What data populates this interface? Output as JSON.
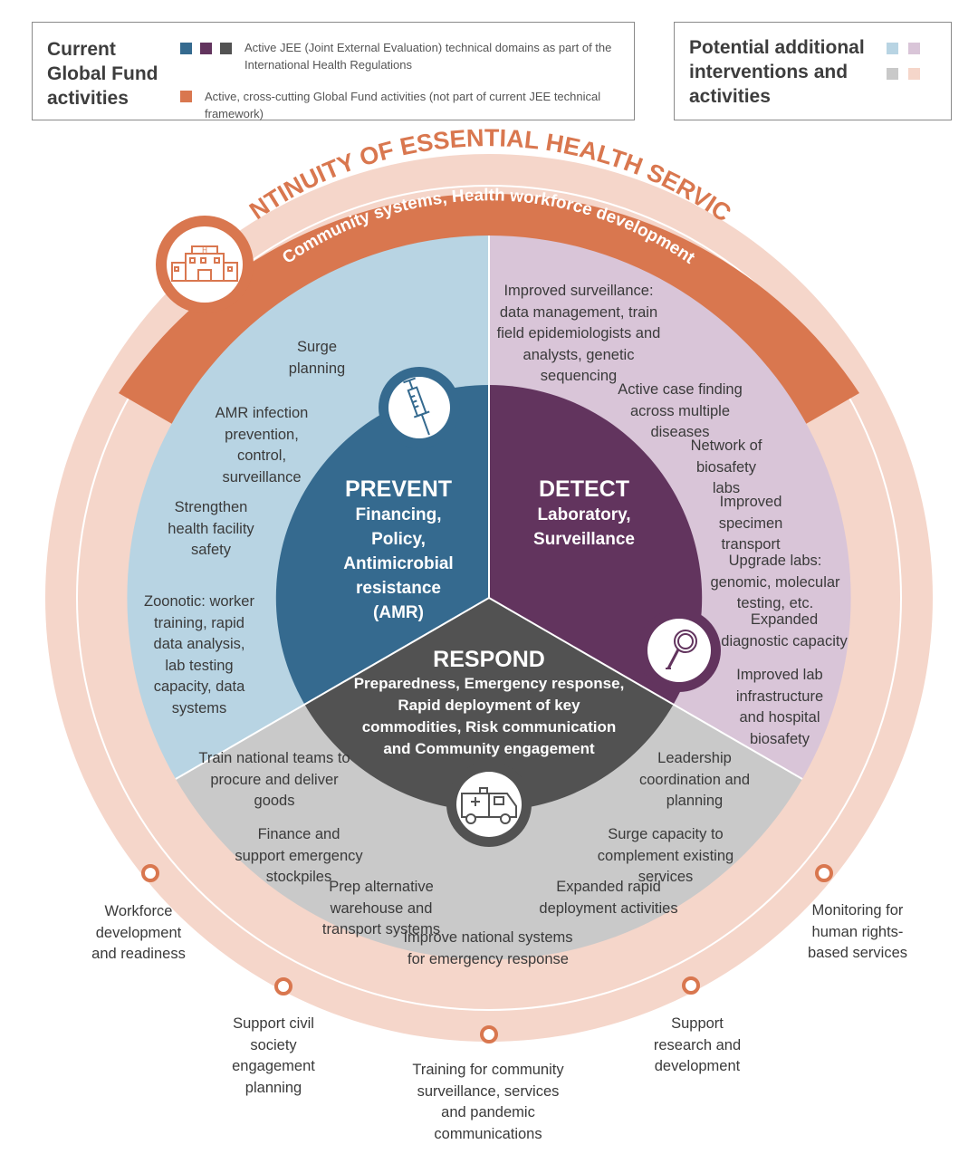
{
  "legend": {
    "current_title": "Current\nGlobal Fund\nactivities",
    "jee_text": "Active JEE (Joint External Evaluation) technical domains as part of the International Health Regulations",
    "cross_text": "Active, cross-cutting Global Fund activities (not part of current JEE technical framework)",
    "potential_title": "Potential additional\ninterventions and\nactivities"
  },
  "colors": {
    "prevent": "#356a8f",
    "detect": "#62345e",
    "respond": "#525252",
    "prevent_light": "#b8d4e3",
    "detect_light": "#d9c5d8",
    "respond_light": "#c9c9c9",
    "orange": "#d9774f",
    "peach": "#f5d6ca"
  },
  "arc": {
    "outer_title": "CONTINUITY OF ESSENTIAL HEALTH SERVICES",
    "inner_title": "Community systems, Health workforce development"
  },
  "core": {
    "prevent": {
      "title": "PREVENT",
      "sub": "Financing, Policy, Antimicrobial resistance (AMR)"
    },
    "detect": {
      "title": "DETECT",
      "sub": "Laboratory, Surveillance"
    },
    "respond": {
      "title": "RESPOND",
      "sub": "Preparedness, Emergency response, Rapid deployment of key commodities, Risk communication and Community engagement"
    }
  },
  "prevent_items": [
    "Surge planning",
    "AMR infection prevention, control, surveillance",
    "Strengthen health facility safety",
    "Zoonotic: worker training, rapid data analysis, lab testing capacity, data systems"
  ],
  "detect_items": [
    "Improved surveillance: data management, train field epidemiologists and analysts, genetic sequencing",
    "Active case finding across multiple diseases",
    "Network of biosafety labs",
    "Improved specimen transport",
    "Upgrade labs: genomic, molecular testing, etc.",
    "Expanded diagnostic capacity",
    "Improved lab infrastructure and hospital biosafety"
  ],
  "respond_items": [
    "Train national teams to procure and deliver goods",
    "Finance and support emergency stockpiles",
    "Prep alternative warehouse and transport systems",
    "Improve national systems for emergency response",
    "Leadership coordination and planning",
    "Surge capacity to complement existing services",
    "Expanded rapid deployment activities"
  ],
  "outer_items": [
    "Workforce development and readiness",
    "Support civil society engagement planning",
    "Training for community surveillance, services and pandemic communications",
    "Support research and development",
    "Monitoring for human rights-based services"
  ],
  "icons": [
    "hospital-icon",
    "syringe-icon",
    "magnifier-icon",
    "ambulance-icon"
  ]
}
